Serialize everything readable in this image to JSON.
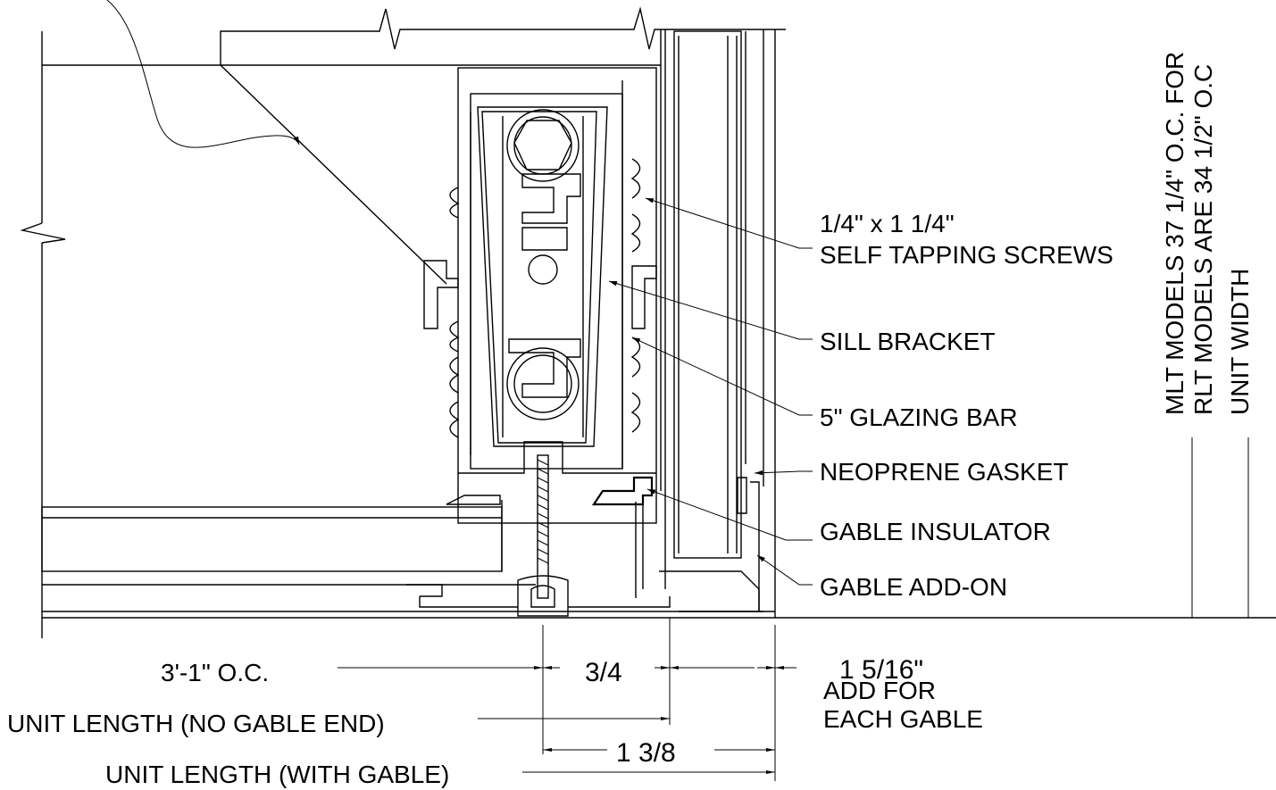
{
  "callouts": {
    "screws_size": "1/4\" x 1 1/4\"",
    "screws_type": "SELF TAPPING SCREWS",
    "sill_bracket": "SILL BRACKET",
    "glazing_bar": "5\" GLAZING BAR",
    "neoprene_gasket": "NEOPRENE GASKET",
    "gable_insulator": "GABLE INSULATOR",
    "gable_add_on": "GABLE ADD-ON"
  },
  "dimensions": {
    "oc": "3'-1\" O.C.",
    "three_quarter": "3/4",
    "one_five_sixteenths": "1 5/16\"",
    "add_for": "ADD FOR",
    "each_gable": "EACH GABLE",
    "unit_length_no_gable": "UNIT LENGTH (NO GABLE END)",
    "one_three_eighths": "1 3/8",
    "unit_length_with_gable": "UNIT LENGTH (WITH GABLE)"
  },
  "side_notes": {
    "mlt_models": "MLT MODELS 37 1/4\" O.C. FOR",
    "rlt_models": "RLT MODELS ARE 34 1/2\" O.C",
    "unit_width": "UNIT WIDTH"
  }
}
